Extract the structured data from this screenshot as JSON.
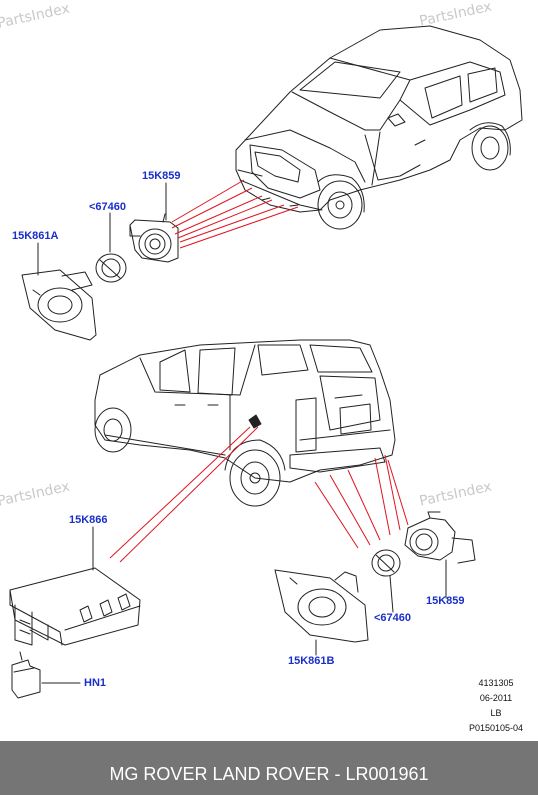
{
  "watermark": "PartsIndex",
  "callouts": {
    "front_sensor": "15K859",
    "front_ring": "<67460",
    "front_bracket": "15K861A",
    "module": "15K866",
    "connector": "HN1",
    "rear_sensor": "15K859",
    "rear_ring": "<67460",
    "rear_bracket": "15K861B"
  },
  "reference": {
    "number": "4131305",
    "date": "06-2011",
    "hand": "LB",
    "code": "P0150105-04"
  },
  "footer": {
    "title": "MG ROVER LAND ROVER - LR001961",
    "background": "#757575",
    "text_color": "#ffffff"
  },
  "colors": {
    "leader_red": "#e0141e",
    "callout_blue": "#1a2fc9",
    "line_art": "#222222"
  }
}
